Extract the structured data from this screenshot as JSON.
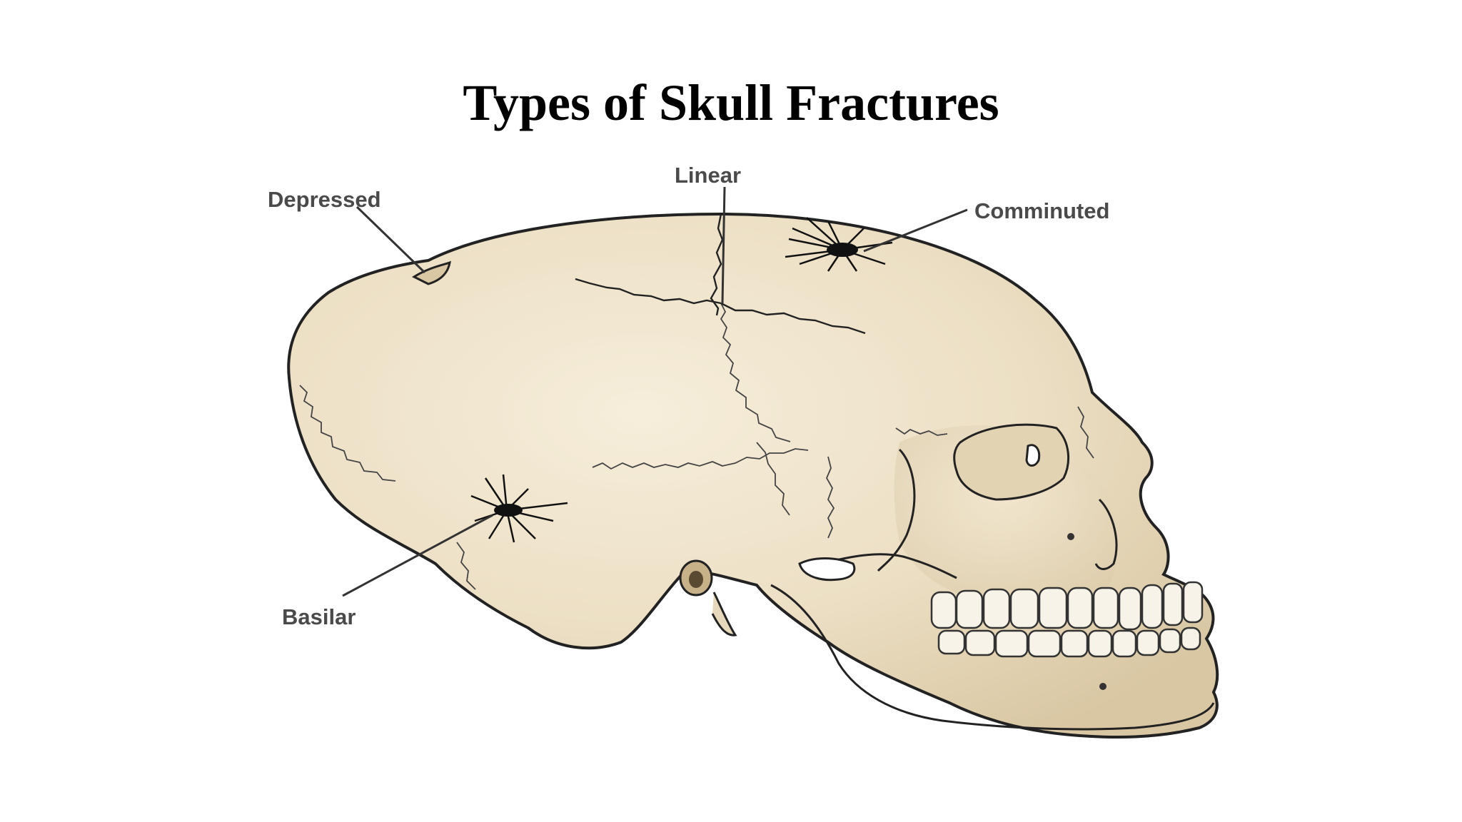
{
  "title": "Types of Skull Fractures",
  "labels": {
    "depressed": "Depressed",
    "linear": "Linear",
    "comminuted": "Comminuted",
    "basilar": "Basilar"
  },
  "colors": {
    "bone": "#ecdfc4",
    "bone_shadow": "#d9c7a3",
    "outline": "#222222",
    "teeth": "#f7f3e8",
    "label": "#4a4a4a",
    "background": "#ffffff"
  }
}
